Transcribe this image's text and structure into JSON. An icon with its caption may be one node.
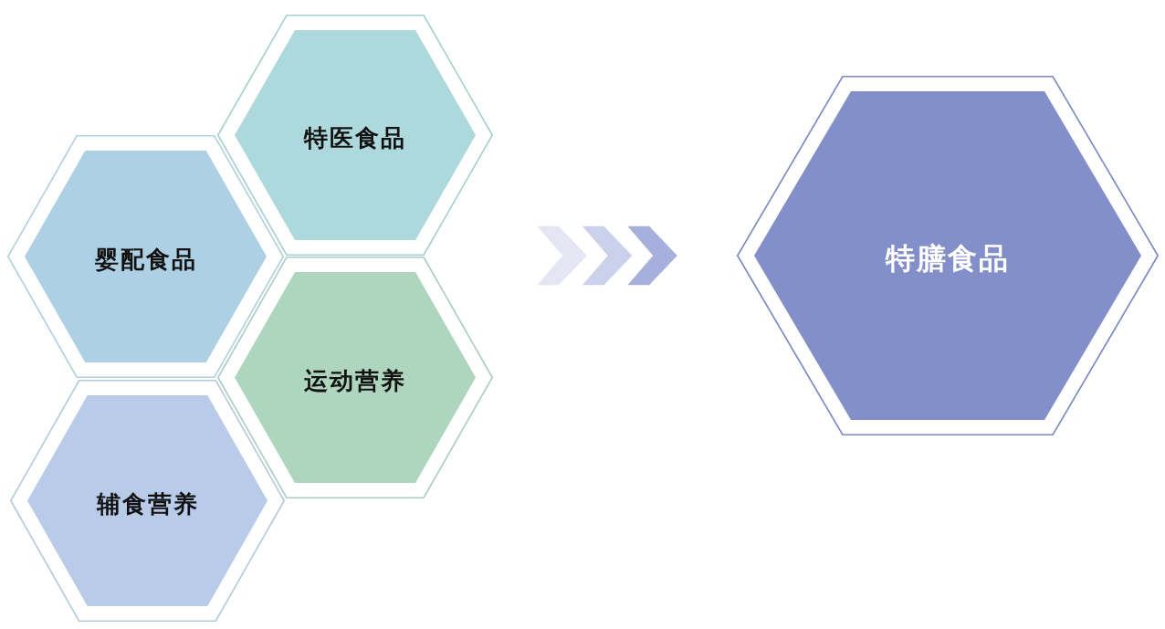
{
  "diagram": {
    "nodes": [
      {
        "text": [
          "特医食品"
        ]
      },
      {
        "text": [
          "婴配食品"
        ]
      },
      {
        "text": [
          "运动营养"
        ]
      },
      {
        "text": [
          "辅食营养"
        ]
      },
      {
        "text": [
          "特膳食品"
        ]
      }
    ],
    "edges": [
      {
        "from": 0,
        "to": 4,
        "arrow": "to"
      },
      {
        "from": 2,
        "to": 4,
        "arrow": "to"
      }
    ]
  }
}
